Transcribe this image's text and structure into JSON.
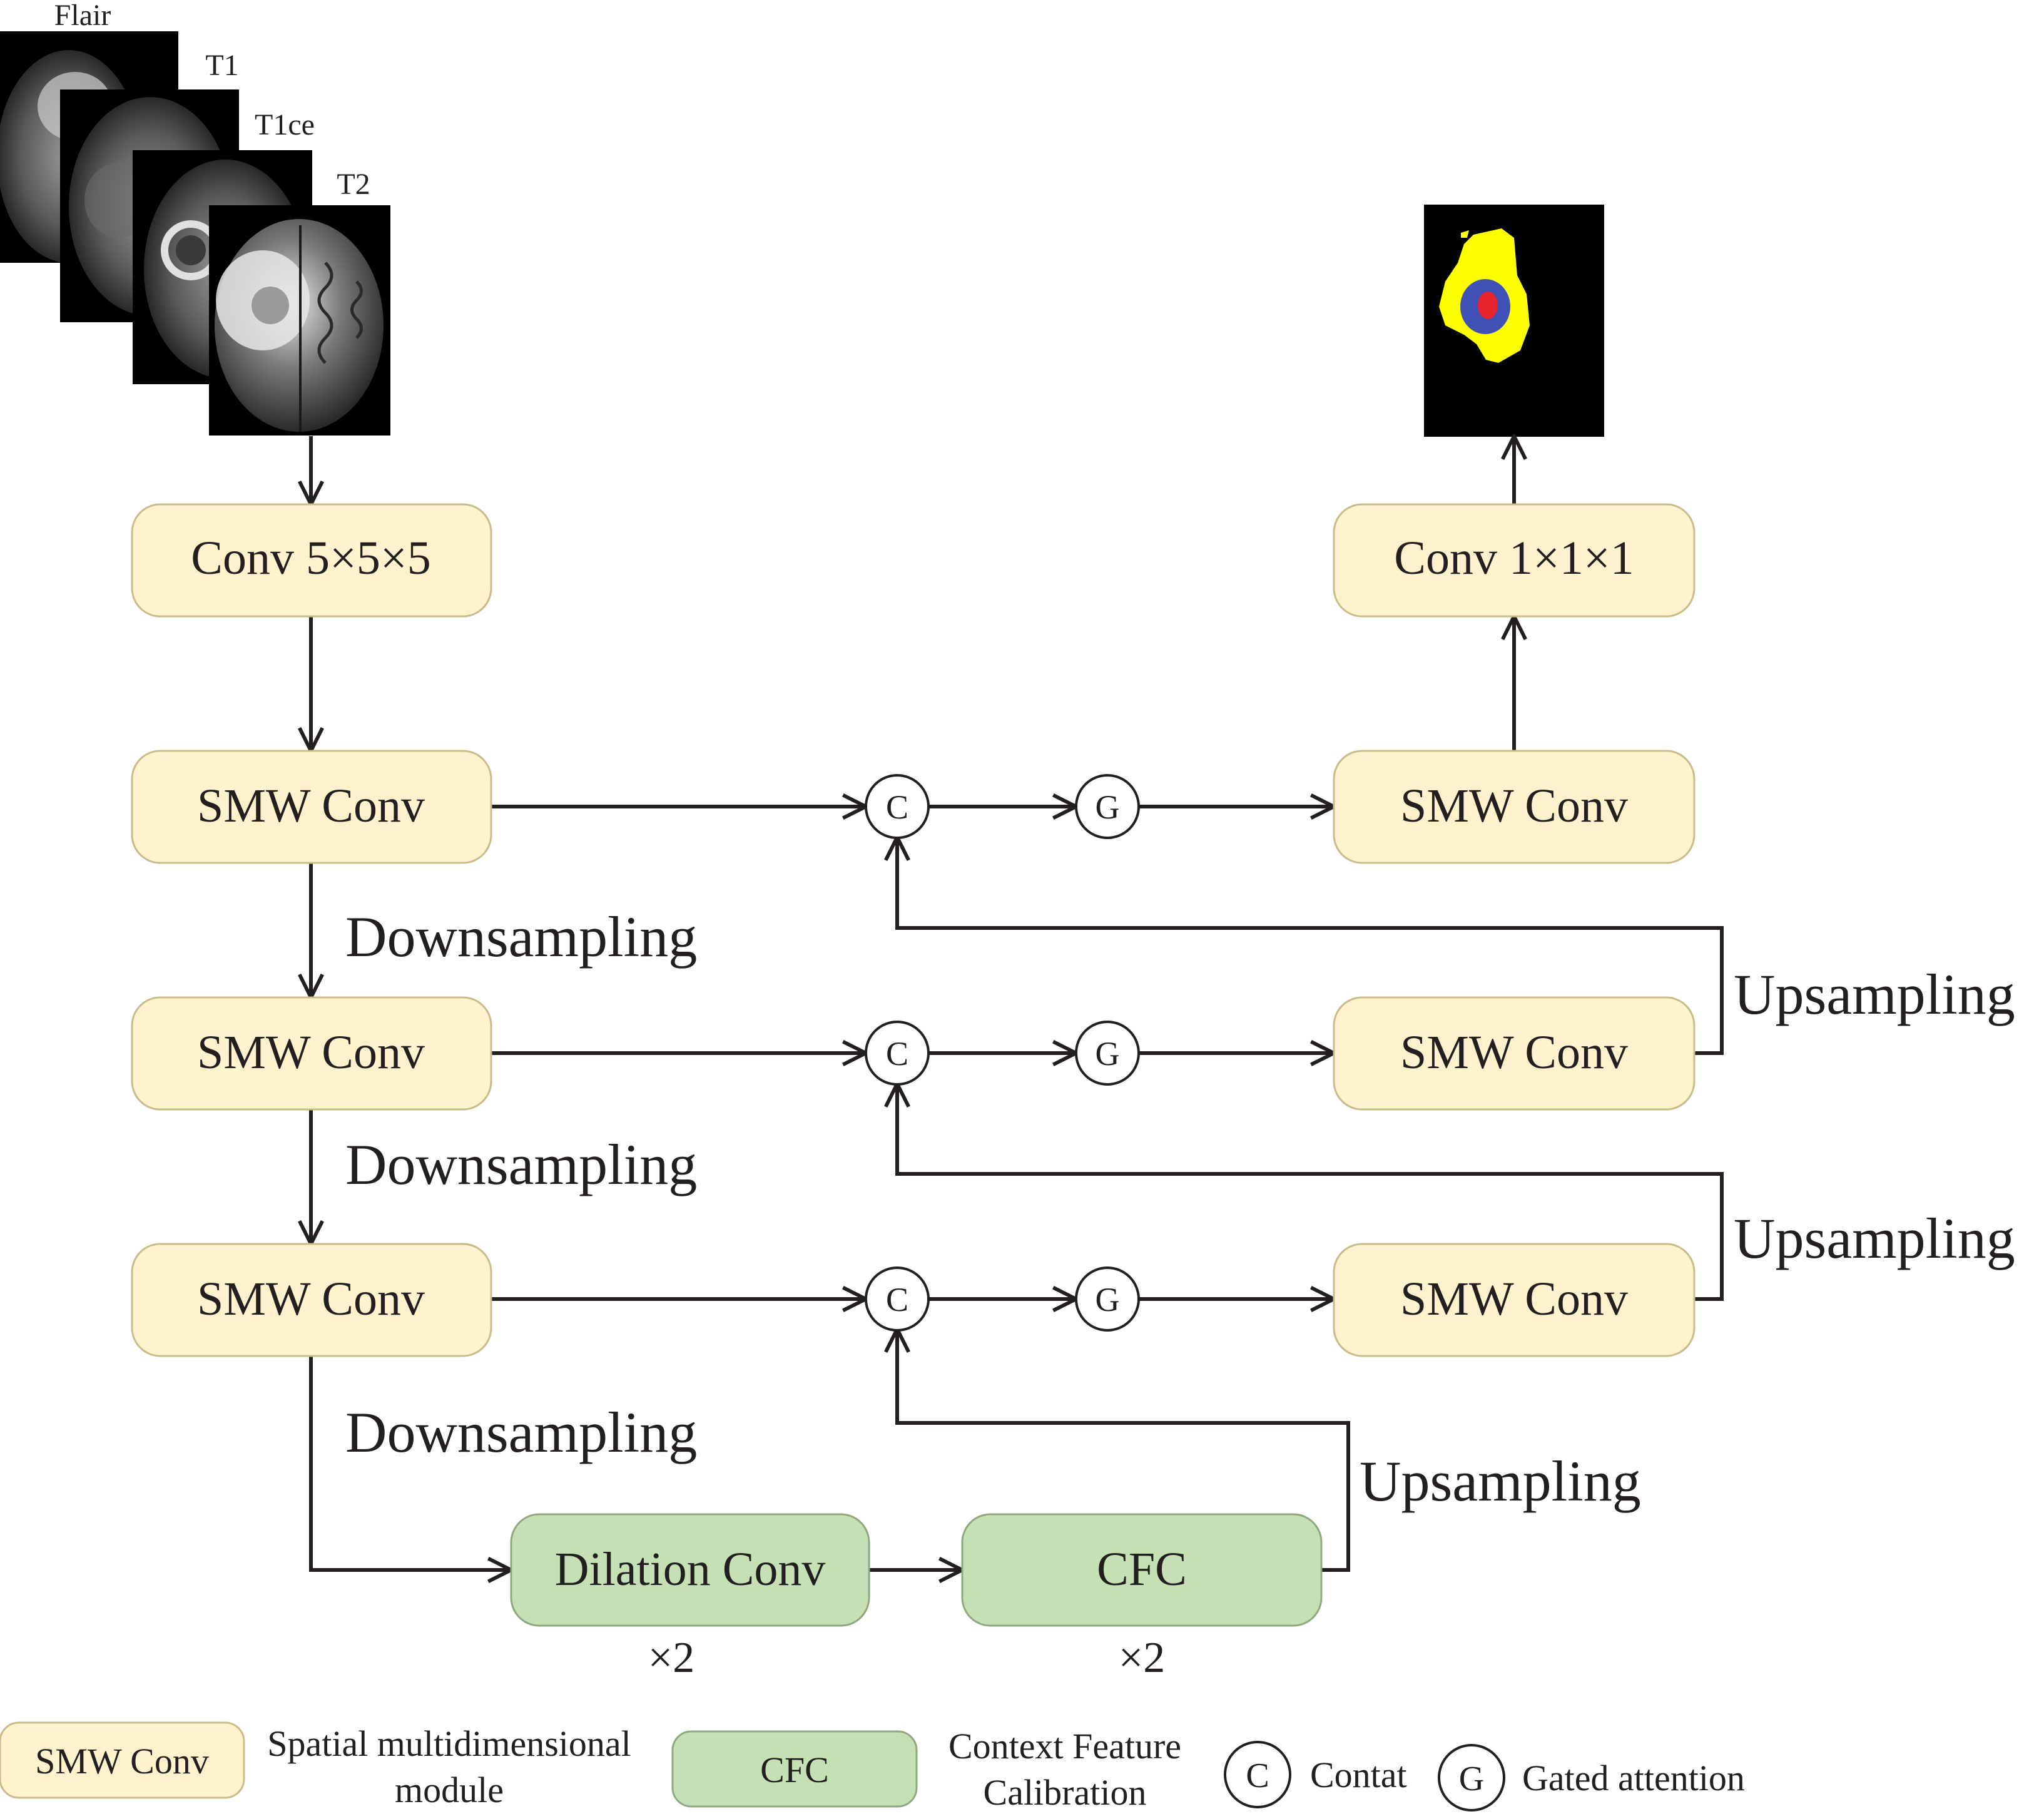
{
  "inputs": {
    "flair_label": "Flair",
    "t1_label": "T1",
    "t1ce_label": "T1ce",
    "t2_label": "T2"
  },
  "encoder": {
    "conv_in": "Conv 5×5×5",
    "level1": "SMW Conv",
    "level2": "SMW Conv",
    "level3": "SMW Conv",
    "down1": "Downsampling",
    "down2": "Downsampling",
    "down3": "Downsampling"
  },
  "bottleneck": {
    "dilation": "Dilation Conv",
    "dilation_repeat": "×2",
    "cfc": "CFC",
    "cfc_repeat": "×2",
    "up": "Upsampling"
  },
  "decoder": {
    "conv_out": "Conv 1×1×1",
    "level1": "SMW Conv",
    "level2": "SMW Conv",
    "level3": "SMW Conv",
    "up1": "Upsampling",
    "up2": "Upsampling"
  },
  "ops": {
    "concat_symbol": "C",
    "gate_symbol": "G"
  },
  "legend": {
    "smw_label": "SMW Conv",
    "smw_desc_line1": "Spatial multidimensional",
    "smw_desc_line2": "module",
    "cfc_label": "CFC",
    "cfc_desc_line1": "Context Feature",
    "cfc_desc_line2": "Calibration",
    "concat_symbol": "C",
    "concat_desc": "Contat",
    "gate_symbol": "G",
    "gate_desc": "Gated attention"
  },
  "colors": {
    "module_fill": "#fff2cc",
    "cfc_fill": "#c5e0b4",
    "seg_whole_tumor": "#ffff00",
    "seg_edema_core": "#3f51b5",
    "seg_enhancing": "#e8232b"
  }
}
